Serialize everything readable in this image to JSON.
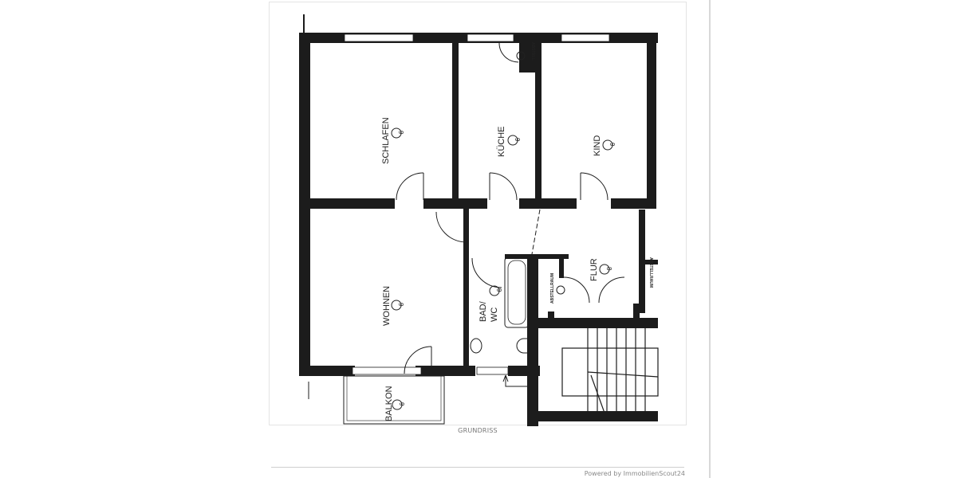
{
  "image": {
    "caption": "GRUNDRISS",
    "kind": "floor-plan"
  },
  "floor_plan": {
    "rooms": [
      {
        "name": "SCHLAFEN",
        "marker": "9"
      },
      {
        "name": "KÜCHE",
        "marker": "9"
      },
      {
        "name": "KIND",
        "marker": "9"
      },
      {
        "name": "WOHNEN",
        "marker": "9"
      },
      {
        "name": "BAD/",
        "name2": "WC",
        "marker": "9"
      },
      {
        "name": "FLUR",
        "marker": "8"
      },
      {
        "name": "BALKON",
        "marker": "9"
      },
      {
        "name": "ABSTELLRAUM",
        "marker": "9"
      },
      {
        "name": "ABSTELLRAUM",
        "marker": "8"
      },
      {
        "name": "ABSTELL",
        "marker": "9"
      }
    ]
  },
  "footer": {
    "powered_by": "Powered by ImmobilienScout24"
  },
  "colors": {
    "wall": "#1c1c1c",
    "caption_text": "#777777",
    "divider": "#cfcfcf"
  }
}
